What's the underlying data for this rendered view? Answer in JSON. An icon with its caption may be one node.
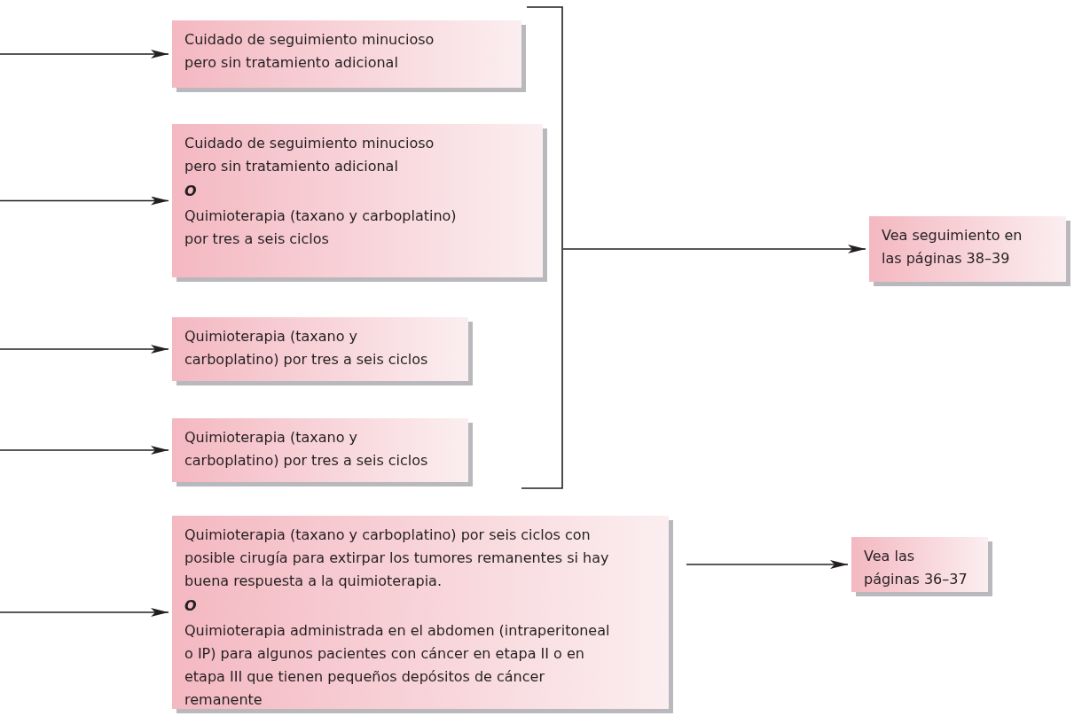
{
  "diagram": {
    "nodes": [
      {
        "text": [
          "Cuidado de seguimiento minucioso pero sin tratamiento adicional"
        ]
      },
      {
        "text": [
          "Cuidado de seguimiento minucioso pero sin tratamiento adicional",
          "O",
          "Quimioterapia (taxano y carboplatino) por tres a seis ciclos"
        ]
      },
      {
        "text": [
          "Quimioterapia (taxano y carboplatino) por tres a seis ciclos"
        ]
      },
      {
        "text": [
          "Quimioterapia (taxano y carboplatino) por tres a seis ciclos"
        ]
      },
      {
        "text": [
          "Quimioterapia (taxano y carboplatino) por seis ciclos con posible cirugía para extirpar los tumores remanentes si hay buena respuesta a la quimioterapia.",
          "O",
          "Quimioterapia administrada en el abdomen (intraperitoneal o IP) para algunos pacientes con cáncer en etapa II o en etapa III que tienen pequeños depósitos de cáncer remanente"
        ]
      },
      {
        "text": [
          "Vea seguimiento en las páginas 38–39"
        ]
      },
      {
        "text": [
          "Vea las páginas 36–37"
        ]
      },
      {
        "text": [],
        "shape": "bracket"
      }
    ],
    "edges": [
      {
        "from": null,
        "to": 0,
        "arrow": "to"
      },
      {
        "from": null,
        "to": 1,
        "arrow": "to"
      },
      {
        "from": null,
        "to": 2,
        "arrow": "to"
      },
      {
        "from": null,
        "to": 3,
        "arrow": "to"
      },
      {
        "from": null,
        "to": 4,
        "arrow": "to"
      },
      {
        "from": 7,
        "to": 5,
        "arrow": "to"
      },
      {
        "from": 4,
        "to": 6,
        "arrow": "to"
      }
    ]
  }
}
